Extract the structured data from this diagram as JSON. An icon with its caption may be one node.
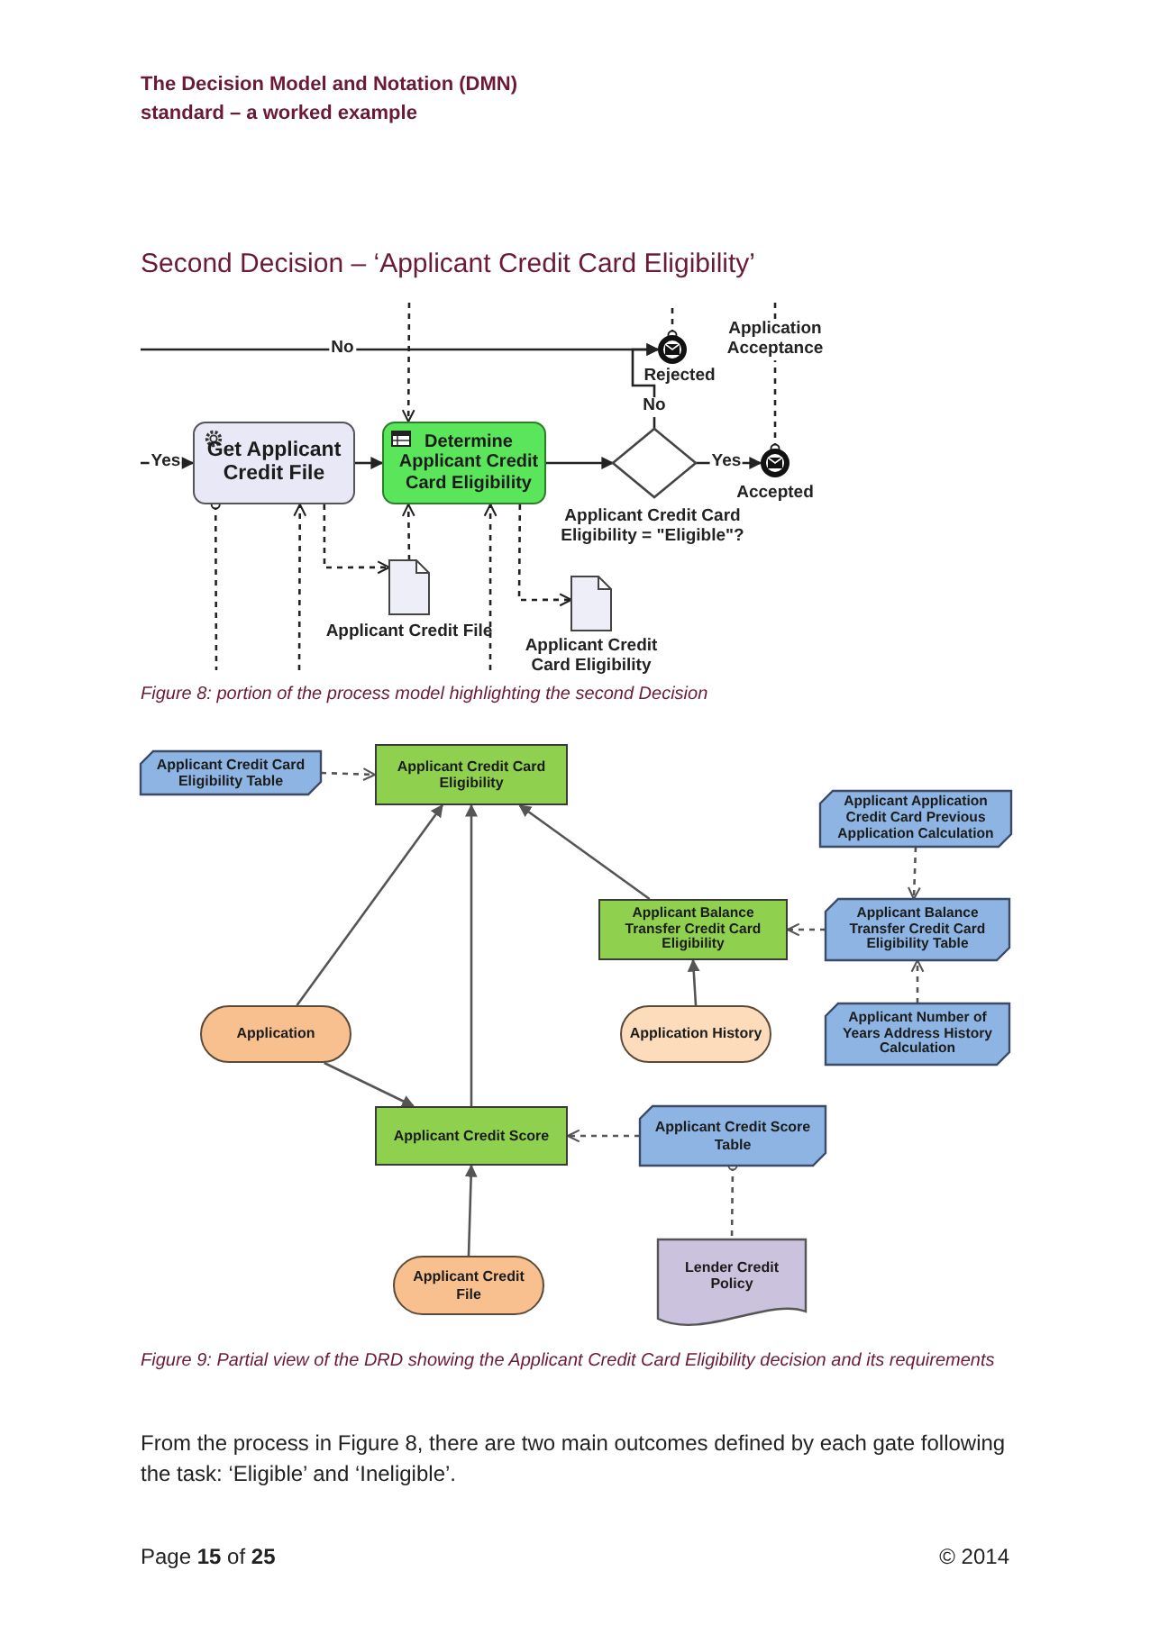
{
  "diagram": {
    "title": "Second Decision – ‘Applicant Credit Card Eligibility’",
    "nodes": [
      {
        "text": [
          "Get Applicant Credit File"
        ]
      },
      {
        "text": [
          "Determine Applicant Credit Card Eligibility"
        ]
      },
      {
        "text": [],
        "shape": "diamond",
        "beside": [
          "Applicant Credit Card Eligibility = \"Eligible\"?"
        ]
      },
      {
        "text": [],
        "shape": "circle",
        "beside": [
          "Rejected"
        ]
      },
      {
        "text": [],
        "shape": "circle",
        "beside": [
          "Accepted"
        ]
      },
      {
        "text": [],
        "shape": "document",
        "beside": [
          "Applicant Credit File"
        ]
      },
      {
        "text": [],
        "shape": "document",
        "beside": [
          "Applicant Credit Card Eligibility"
        ]
      },
      {
        "text": [
          "Applicant Credit Card Eligibility Table"
        ]
      },
      {
        "text": [
          "Applicant Credit Card Eligibility"
        ]
      },
      {
        "text": [
          "Applicant Application Credit Card Previous Application Calculation"
        ]
      },
      {
        "text": [
          "Applicant Balance Transfer Credit Card Eligibility"
        ]
      },
      {
        "text": [
          "Applicant Balance Transfer Credit Card Eligibility Table"
        ]
      },
      {
        "text": [
          "Application"
        ]
      },
      {
        "text": [
          "Application History"
        ]
      },
      {
        "text": [
          "Applicant Number of Years Address History Calculation"
        ]
      },
      {
        "text": [
          "Applicant Credit Score"
        ]
      },
      {
        "text": [
          "Applicant Credit Score Table"
        ]
      },
      {
        "text": [
          "Applicant Credit File"
        ]
      },
      {
        "text": [
          "Lender Credit Policy"
        ]
      }
    ],
    "edges": [
      {
        "from": null,
        "to": 0,
        "arrow": "to",
        "label": "Yes"
      },
      {
        "from": 0,
        "to": 1,
        "arrow": "to"
      },
      {
        "from": 1,
        "to": 2,
        "arrow": "to"
      },
      {
        "from": 2,
        "to": 4,
        "arrow": "to",
        "label": "Yes"
      },
      {
        "from": 2,
        "to": 3,
        "arrow": "to",
        "label": "No"
      },
      {
        "from": null,
        "to": 3,
        "arrow": "to",
        "label": "No"
      },
      {
        "from": null,
        "to": 1,
        "arrow": "to",
        "style": "dashed"
      },
      {
        "from": 0,
        "to": 5,
        "arrow": "to",
        "style": "dashed"
      },
      {
        "from": 5,
        "to": 1,
        "arrow": "to",
        "style": "dashed"
      },
      {
        "from": null,
        "to": 1,
        "arrow": "to",
        "style": "dashed"
      },
      {
        "from": 1,
        "to": 6,
        "arrow": "to",
        "style": "dashed"
      },
      {
        "from": 0,
        "to": null,
        "arrow": "other",
        "style": "dashed"
      },
      {
        "from": null,
        "to": 0,
        "arrow": "to",
        "style": "dashed"
      },
      {
        "from": 3,
        "to": null,
        "arrow": "other",
        "style": "dashed"
      },
      {
        "from": 4,
        "to": null,
        "arrow": "other",
        "style": "dashed",
        "label": "Application Acceptance"
      },
      {
        "from": 7,
        "to": 8,
        "arrow": "to",
        "style": "dashed"
      },
      {
        "from": 12,
        "to": 8,
        "arrow": "to"
      },
      {
        "from": 15,
        "to": 8,
        "arrow": "to"
      },
      {
        "from": 10,
        "to": 8,
        "arrow": "to"
      },
      {
        "from": 13,
        "to": 10,
        "arrow": "to"
      },
      {
        "from": 11,
        "to": 10,
        "arrow": "to",
        "style": "dashed"
      },
      {
        "from": 9,
        "to": 11,
        "arrow": "to",
        "style": "dashed"
      },
      {
        "from": 14,
        "to": 11,
        "arrow": "to",
        "style": "dashed"
      },
      {
        "from": 12,
        "to": 15,
        "arrow": "to"
      },
      {
        "from": 16,
        "to": 15,
        "arrow": "to",
        "style": "dashed"
      },
      {
        "from": 17,
        "to": 15,
        "arrow": "to"
      },
      {
        "from": 16,
        "to": 18,
        "arrow": "other",
        "style": "dashed"
      }
    ],
    "labels": [
      "The Decision Model and Notation (DMN) standard – a worked example",
      "Figure 8: portion of the process model highlighting the second Decision",
      "Figure 9: Partial view of the DRD showing the Applicant Credit Card Eligibility decision and its requirements",
      "From the process in Figure 8, there are two main outcomes defined by each gate following the task: ‘Eligible’ and ‘Ineligible’.",
      "Page **15** of **25**",
      "© 2014"
    ]
  }
}
